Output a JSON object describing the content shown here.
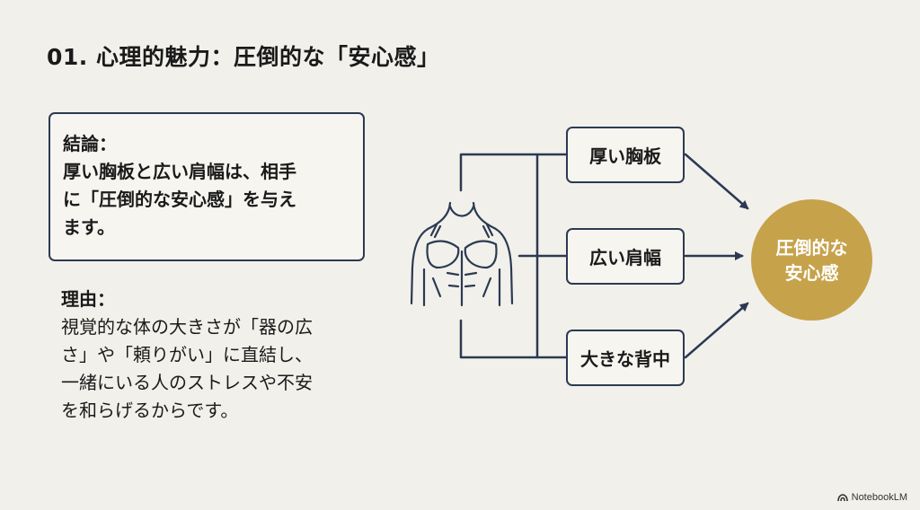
{
  "slide": {
    "title": "01. 心理的魅力：圧倒的な「安心感」"
  },
  "conclusion": {
    "heading": "結論：",
    "lines": [
      "厚い胸板と広い肩幅は、相手",
      "に「圧倒的な安心感」を与え",
      "ます。"
    ]
  },
  "reason": {
    "heading": "理由：",
    "lines": [
      "視覚的な体の大きさが「器の広",
      "さ」や「頼りがい」に直結し、",
      "一緒にいる人のストレスや不安",
      "を和らげるからです。"
    ]
  },
  "diagram": {
    "source_icon": "torso-icon",
    "nodes": [
      {
        "label": "厚い胸板"
      },
      {
        "label": "広い肩幅"
      },
      {
        "label": "大きな背中"
      }
    ],
    "goal_lines": [
      "圧倒的な",
      "安心感"
    ],
    "colors": {
      "line": "#2b3a52",
      "goal": "#c6a24b"
    }
  },
  "brand": {
    "label": "NotebookLM",
    "icon": "notebooklm-logo-icon"
  }
}
